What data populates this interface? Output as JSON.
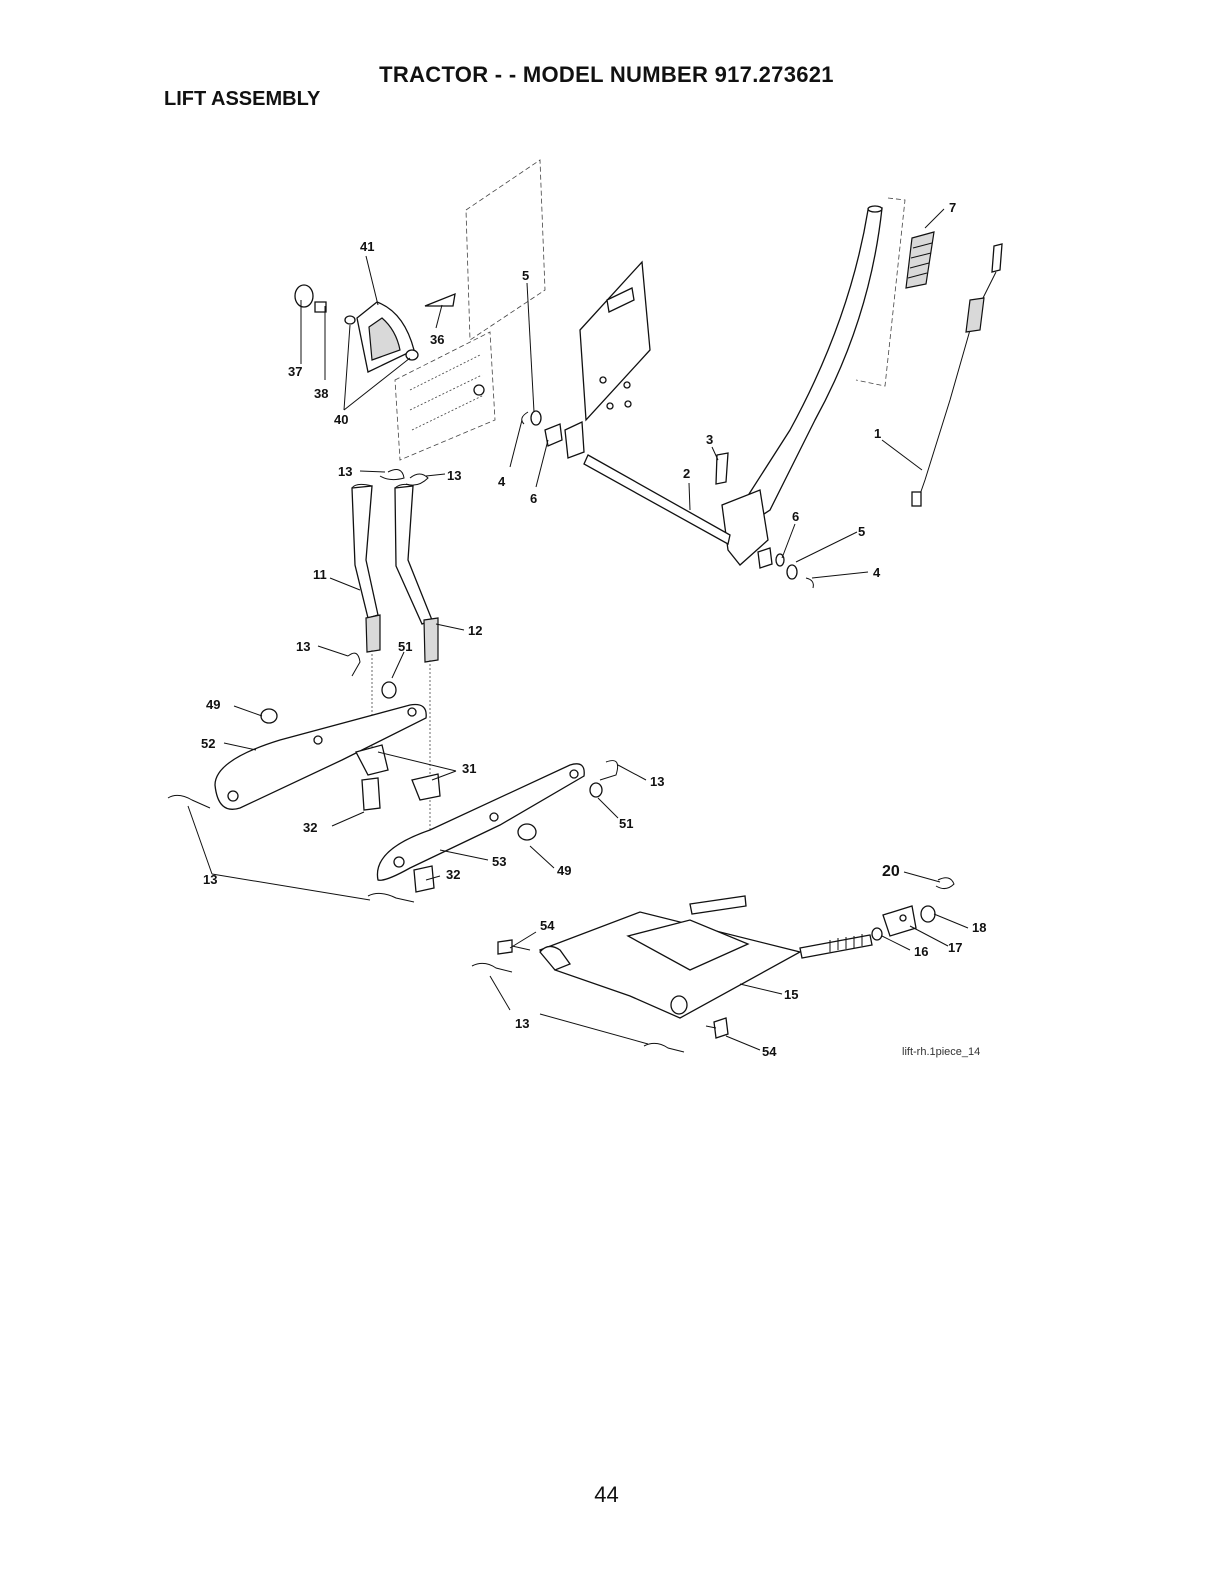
{
  "header": {
    "title": "TRACTOR - - MODEL NUMBER 917.273621",
    "section": "LIFT ASSEMBLY"
  },
  "diagram": {
    "figure_id": "lift-rh.1piece_14",
    "callouts": [
      "41",
      "7",
      "36",
      "37",
      "38",
      "40",
      "5",
      "3",
      "1",
      "13",
      "13",
      "4",
      "6",
      "2",
      "6",
      "5",
      "4",
      "11",
      "12",
      "13",
      "51",
      "49",
      "52",
      "31",
      "13",
      "32",
      "51",
      "53",
      "49",
      "32",
      "13",
      "20",
      "18",
      "54",
      "17",
      "16",
      "15",
      "13",
      "54"
    ]
  },
  "footer": {
    "page_number": "44"
  }
}
